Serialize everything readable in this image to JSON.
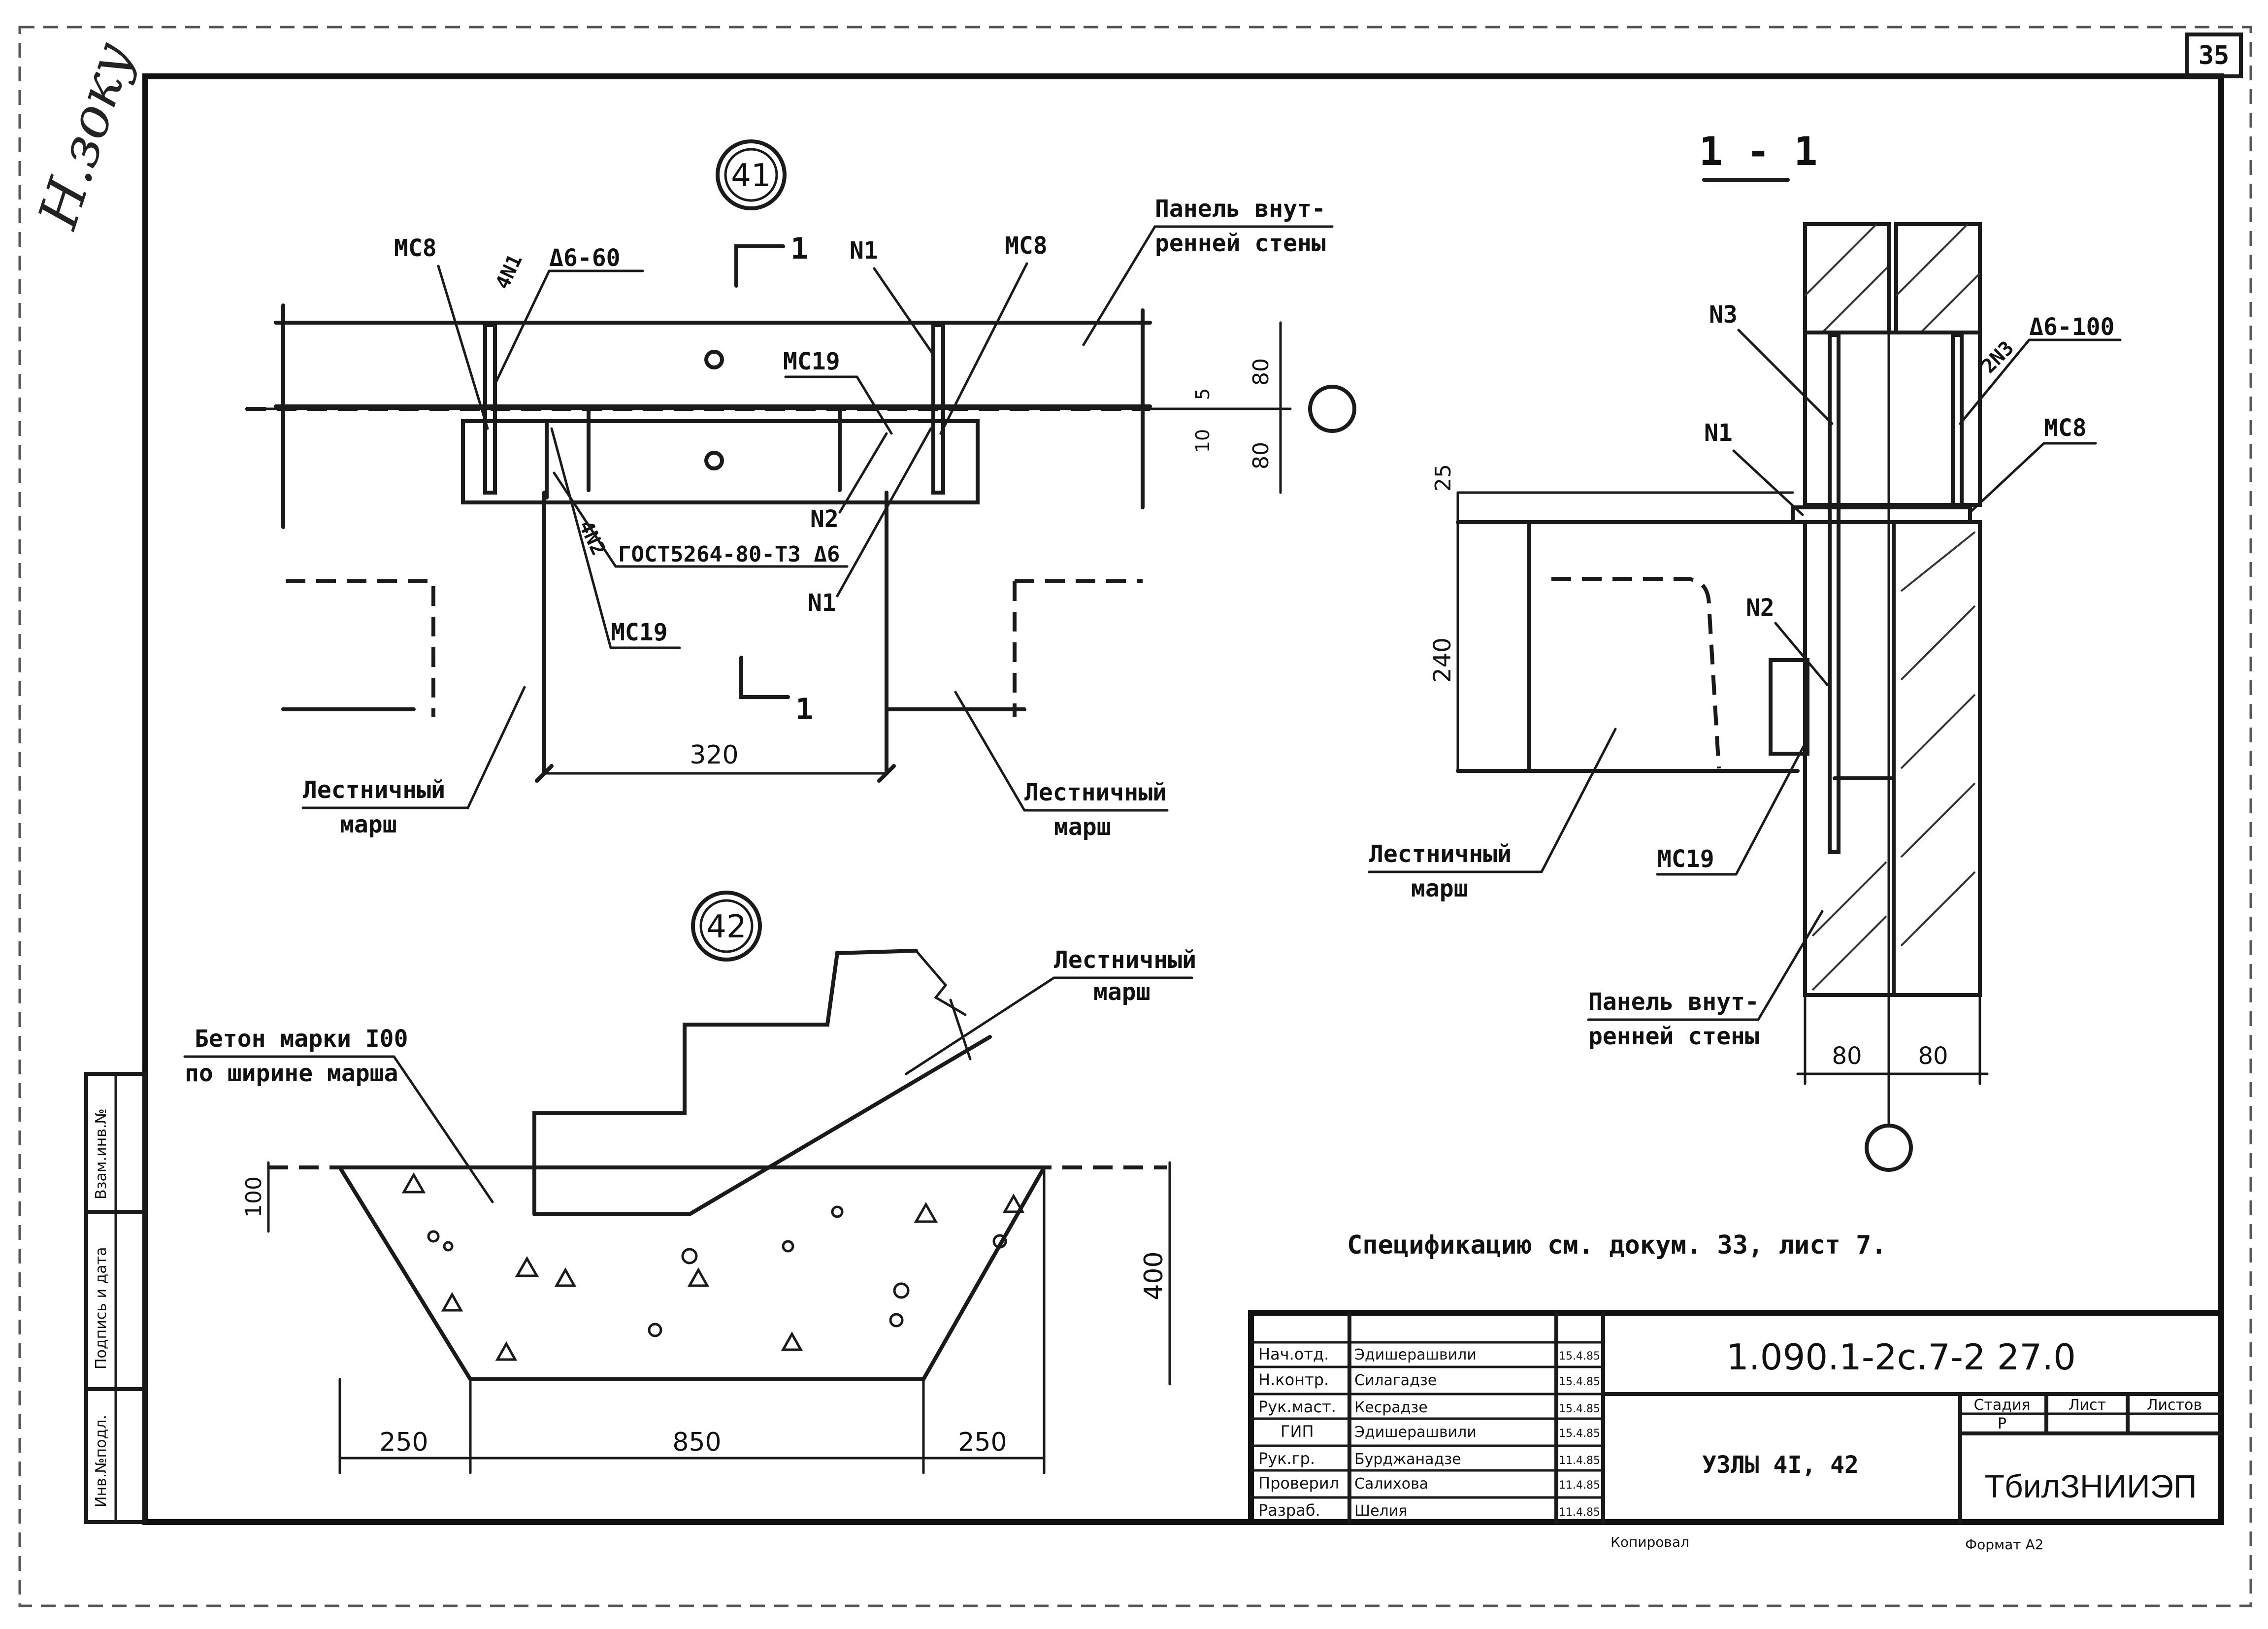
{
  "sheet": {
    "page_number": "35",
    "handwritten_note": "Н.зоку",
    "spec_note": "Спецификацию см. докум. 33, лист 7.",
    "copied_label": "Копировал",
    "format_label": "Формат А2"
  },
  "node41": {
    "marker": "41",
    "labels": {
      "mc8_left": "МС8",
      "mc8_right": "МС8",
      "n1_top": "N1",
      "n1_bottom": "N1",
      "n2": "N2",
      "mc19_top": "МС19",
      "mc19_bottom": "МС19",
      "weld_top": "4N1",
      "weld_top_spec": "Δ6-60",
      "weld_bottom": "4N2",
      "gost": "ГОСТ5264-80-Т3 Δ6",
      "panel": [
        "Панель внут-",
        "ренней стены"
      ],
      "stair_left": [
        "Лестничный",
        "марш"
      ],
      "stair_right": [
        "Лестничный",
        "марш"
      ],
      "section_top": "1",
      "section_bottom": "1"
    },
    "dims": {
      "width": "320",
      "top": "80",
      "bottom": "80",
      "gap1": "5",
      "gap2": "10"
    }
  },
  "node42": {
    "marker": "42",
    "labels": {
      "concrete": [
        "Бетон марки I00",
        "по ширине марша"
      ],
      "stair": [
        "Лестничный",
        "марш"
      ]
    },
    "dims": {
      "left": "250",
      "middle": "850",
      "right": "250",
      "height": "400",
      "top": "100"
    }
  },
  "section11": {
    "title": "1 - 1",
    "labels": {
      "n3": "N3",
      "n1": "N1",
      "n2": "N2",
      "weld": "2N3",
      "weld_spec": "Δ6-100",
      "mc8": "МС8",
      "mc19": "МС19",
      "stair": [
        "Лестничный",
        "марш"
      ],
      "panel": [
        "Панель внут-",
        "ренней стены"
      ]
    },
    "dims": {
      "top": "25",
      "height": "240",
      "left": "80",
      "right": "80"
    }
  },
  "title_block": {
    "code": "1.090.1-2с.7-2  27.0",
    "title": "УЗЛЫ 4I, 42",
    "org": "ТбилЗНИИЭП",
    "stage_header": "Стадия",
    "sheet_header": "Лист",
    "sheets_header": "Листов",
    "stage": "Р",
    "rows": [
      {
        "role": "Нач.отд.",
        "name": "Эдишерашвили",
        "date": "15.4.85"
      },
      {
        "role": "Н.контр.",
        "name": "Силагадзе",
        "date": "15.4.85"
      },
      {
        "role": "Рук.маст.",
        "name": "Кесрадзе",
        "date": "15.4.85"
      },
      {
        "role": "ГИП",
        "name": "Эдишерашвили",
        "date": "15.4.85"
      },
      {
        "role": "Рук.гр.",
        "name": "Бурджанадзе",
        "date": "11.4.85"
      },
      {
        "role": "Проверил",
        "name": "Салихова",
        "date": "11.4.85"
      },
      {
        "role": "Разраб.",
        "name": "Шелия",
        "date": "11.4.85"
      }
    ]
  },
  "side_stamp": {
    "cells": [
      "Инв.№подл.",
      "Подпись и дата",
      "Взам.инв.№"
    ]
  }
}
